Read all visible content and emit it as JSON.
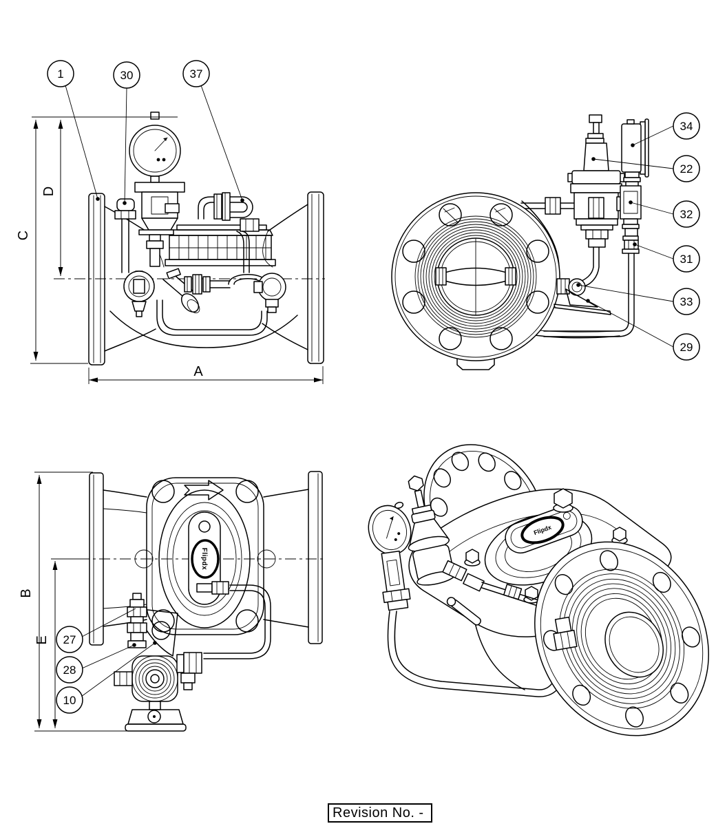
{
  "drawing": {
    "background_color": "#ffffff",
    "line_color": "#000000",
    "revision_label": "Revision No. -",
    "logo_text": "Flipdx"
  },
  "views": {
    "side_view": {
      "callouts": [
        {
          "id": "1"
        },
        {
          "id": "30"
        },
        {
          "id": "37"
        }
      ],
      "dims": {
        "overall_height": "C",
        "height_to_center": "D",
        "face_to_face": "A"
      }
    },
    "front_view": {
      "callouts": [
        {
          "id": "34"
        },
        {
          "id": "22"
        },
        {
          "id": "32"
        },
        {
          "id": "31"
        },
        {
          "id": "33"
        },
        {
          "id": "29"
        }
      ]
    },
    "top_view": {
      "callouts": [
        {
          "id": "27"
        },
        {
          "id": "28"
        },
        {
          "id": "10"
        }
      ],
      "dims": {
        "overall": "B",
        "center_to_base": "E"
      }
    }
  }
}
